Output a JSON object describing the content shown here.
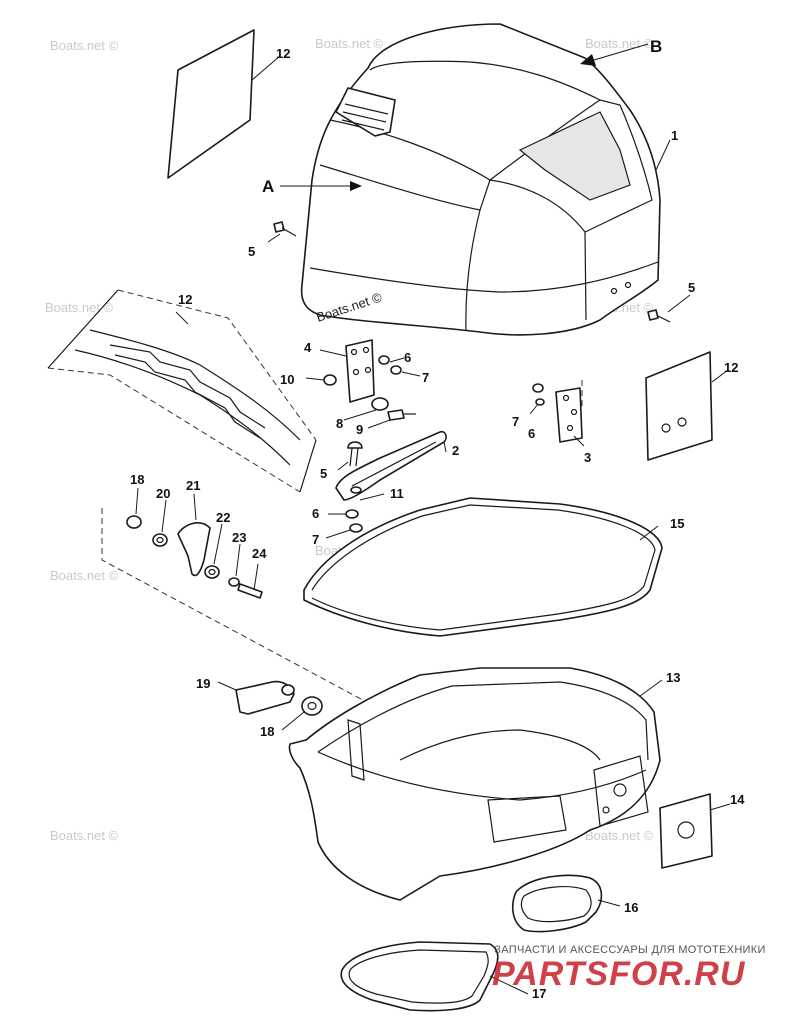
{
  "diagram": {
    "callouts": {
      "c1": "1",
      "c2": "2",
      "c3": "3",
      "c4": "4",
      "c5a": "5",
      "c5b": "5",
      "c5c": "5",
      "c6a": "6",
      "c6b": "6",
      "c6c": "6",
      "c7a": "7",
      "c7b": "7",
      "c7c": "7",
      "c8": "8",
      "c9": "9",
      "c10": "10",
      "c11": "11",
      "c12a": "12",
      "c12b": "12",
      "c12c": "12",
      "c13": "13",
      "c14": "14",
      "c15": "15",
      "c16": "16",
      "c17": "17",
      "c18a": "18",
      "c18b": "18",
      "c19": "19",
      "c20": "20",
      "c21": "21",
      "c22": "22",
      "c23": "23",
      "c24": "24"
    },
    "view_labels": {
      "a": "A",
      "b": "B"
    },
    "watermark": "Boats.net ©",
    "brand": {
      "caption": "ЗАПЧАСТИ И АКСЕССУАРЫ ДЛЯ МОТОТЕХНИКИ",
      "logo": "PARTSFOR.RU",
      "color": "#d0232e"
    }
  }
}
